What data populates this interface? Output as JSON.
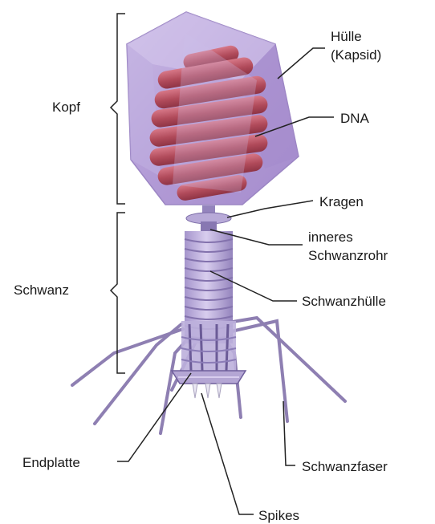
{
  "colors": {
    "capsid": "#b7a2d8",
    "capsid_edge": "#9c86c4",
    "dna": "#b8505f",
    "tail": "#b4a6d4",
    "tail_dark": "#7a6aa6",
    "fiber": "#8e7fb2",
    "line": "#222222",
    "text": "#1a1a1a"
  },
  "labels": {
    "kopf": "Kopf",
    "schwanz": "Schwanz",
    "huelle_line1": "Hülle",
    "huelle_line2": "(Kapsid)",
    "dna": "DNA",
    "kragen": "Kragen",
    "inneres_line1": "inneres",
    "inneres_line2": "Schwanzrohr",
    "schwanzhuelle": "Schwanzhülle",
    "endplatte": "Endplatte",
    "schwanzfaser": "Schwanzfaser",
    "spikes": "Spikes"
  }
}
